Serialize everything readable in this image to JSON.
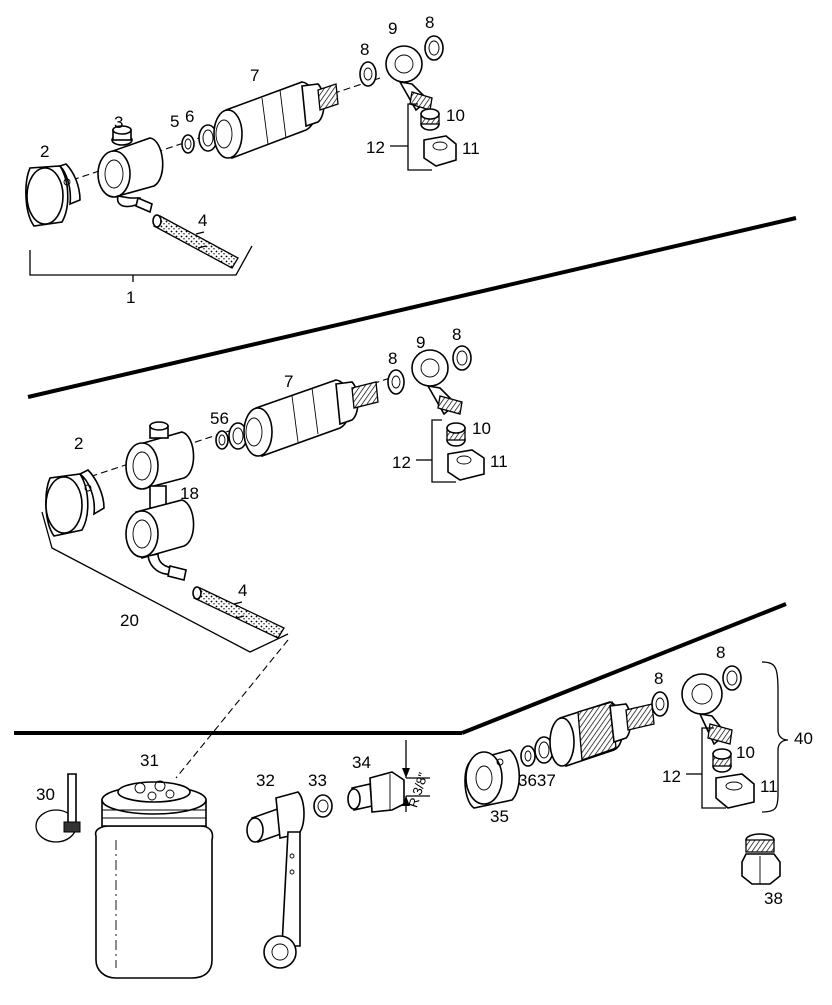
{
  "title": "",
  "labels": {
    "p1": "1",
    "p2a": "2",
    "p3": "3",
    "p4a": "4",
    "p5a": "5",
    "p6a": "6",
    "p7a": "7",
    "p8a": "8",
    "p9a": "9",
    "p8b": "8",
    "p10a": "10",
    "p11a": "11",
    "p12a": "12",
    "p56b": "56",
    "p7b": "7",
    "p8c": "8",
    "p9b": "9",
    "p8d": "8",
    "p10b": "10",
    "p11b": "11",
    "p12b": "12",
    "p2b": "2",
    "p18": "18",
    "p4b": "4",
    "p20": "20",
    "p31": "31",
    "p30": "30",
    "p32": "32",
    "p33": "33",
    "p34": "34",
    "p35": "35",
    "p3637": "3637",
    "p8e": "8",
    "p8f": "8",
    "p40": "40",
    "p10c": "10",
    "p11c": "11",
    "p12c": "12",
    "p38": "38"
  },
  "thread_spec": "R 3/8\"",
  "icons": [
    "coupler-cap-icon",
    "coupler-body-icon",
    "valve-cartridge-icon",
    "banjo-fitting-icon",
    "washer-icon",
    "nut-icon",
    "hose-icon",
    "grease-bottle-icon",
    "cable-tie-icon",
    "wrench-adapter-icon",
    "reducer-fitting-icon",
    "union-fitting-icon"
  ]
}
